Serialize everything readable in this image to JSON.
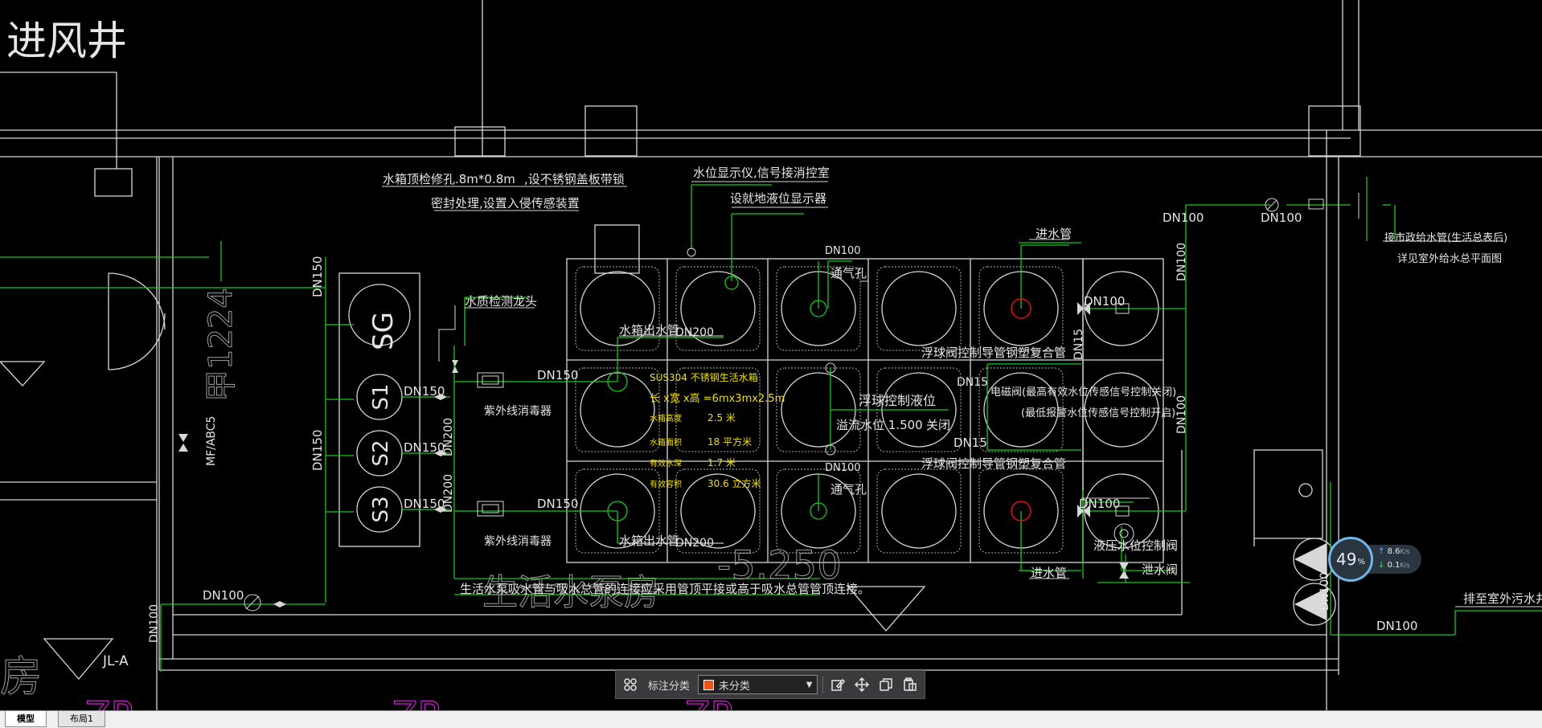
{
  "drawing": {
    "room_labels": {
      "air_shaft": "进风井",
      "pump_room": "生活水泵房",
      "room_left": "房",
      "elevation": "-5.250",
      "fire_ext": "MF/ABC5",
      "fire_ext_num": "甲1224",
      "zp1": "ZP",
      "zp2": "ZP",
      "zp3": "ZP"
    },
    "annotations": {
      "hatch_note_1": "水箱顶检修孔.8m*0.8m",
      "hatch_note_2": ",设不锈钢盖板带锁",
      "hatch_note_3": "密封处理,设置入侵传感装置",
      "level_note_1": "水位显示仪,信号接消控室",
      "level_note_2": "设就地液位显示器",
      "quality_probe": "水质检测龙头",
      "tank_outlet_top": "水箱出水管",
      "tank_outlet_bottom": "水箱出水管",
      "uv_top": "紫外线消毒器",
      "uv_bottom": "紫外线消毒器",
      "vent_top": "通气孔",
      "vent_bottom": "通气孔",
      "float_control": "浮球控制液位",
      "overflow_level": "溢流水位 1.500",
      "close": "关闭",
      "float_valve_1": "浮球阀控制导管钢塑复合管",
      "float_valve_2": "浮球阀控制导管钢塑复合管",
      "solenoid_1": "电磁阀(最高有效水位传感信号控制关闭)",
      "solenoid_2": "(最低报警水位传感信号控制开启)",
      "inlet_top": "进水管",
      "inlet_bottom": "进水管",
      "hydraulic": "液压水位控制阀",
      "drain": "泄水阀",
      "municipal_1": "接市政给水管(生活总表后)",
      "municipal_2": "详见室外给水总平面图",
      "outdoor_sewer": "排至室外污水井",
      "bottom_note": "生活水泵吸水管与吸水总管的连接应采用管顶平接或高于吸水总管管顶连接。",
      "jl": "JL-A"
    },
    "tank_spec": {
      "material": "SUS304 不锈钢生活水箱",
      "dims": "长 x宽 x高 =6mx3mx2.5m",
      "height_label": "水箱高度",
      "height_val": "2.5 米",
      "area_label": "水箱面积",
      "area_val": "18 平方米",
      "eff_depth_label": "有效水深",
      "eff_depth_val": "1.7 米",
      "eff_vol_label": "有效容积",
      "eff_vol_val": "30.6 立方米"
    },
    "pumps": [
      "SG",
      "S1",
      "S2",
      "S3"
    ],
    "pipe_sizes": {
      "dn150_a": "DN150",
      "dn150_b": "DN150",
      "dn150_c": "DN150",
      "dn150_d": "DN150",
      "dn150_e": "DN150",
      "dn150_f": "DN150",
      "dn150_g": "DN150",
      "dn200_a": "DN200",
      "dn200_b": "DN200",
      "dn200_c": "DN200",
      "dn200_d": "DN200",
      "dn100_a": "DN100",
      "dn100_b": "DN100",
      "dn100_c": "DN100",
      "dn100_d": "DN100",
      "dn100_e": "DN100",
      "dn100_f": "DN100",
      "dn100_g": "DN100",
      "dn100_h": "DN100",
      "dn100_i": "DN100",
      "dn100_j": "DN100",
      "dn100_k": "DN100",
      "dn100_l": "DN100",
      "dn15_a": "DN15",
      "dn15_b": "DN15",
      "dn15_c": "DN15"
    }
  },
  "toolbar": {
    "category_label": "标注分类",
    "category_value": "未分类",
    "category_color": "#e8541a"
  },
  "speed": {
    "percent": "49",
    "percent_unit": "%",
    "upload": "8.6",
    "download": "0.1",
    "unit": "K/s"
  },
  "tabs": {
    "model": "模型",
    "layout1": "布局1"
  },
  "colors": {
    "background": "#000000",
    "line_white": "#d8d8d8",
    "pipe_green": "#19c819",
    "text_yellow": "#f0e000",
    "zp_magenta": "#d020d0",
    "red_marker": "#e01010"
  }
}
